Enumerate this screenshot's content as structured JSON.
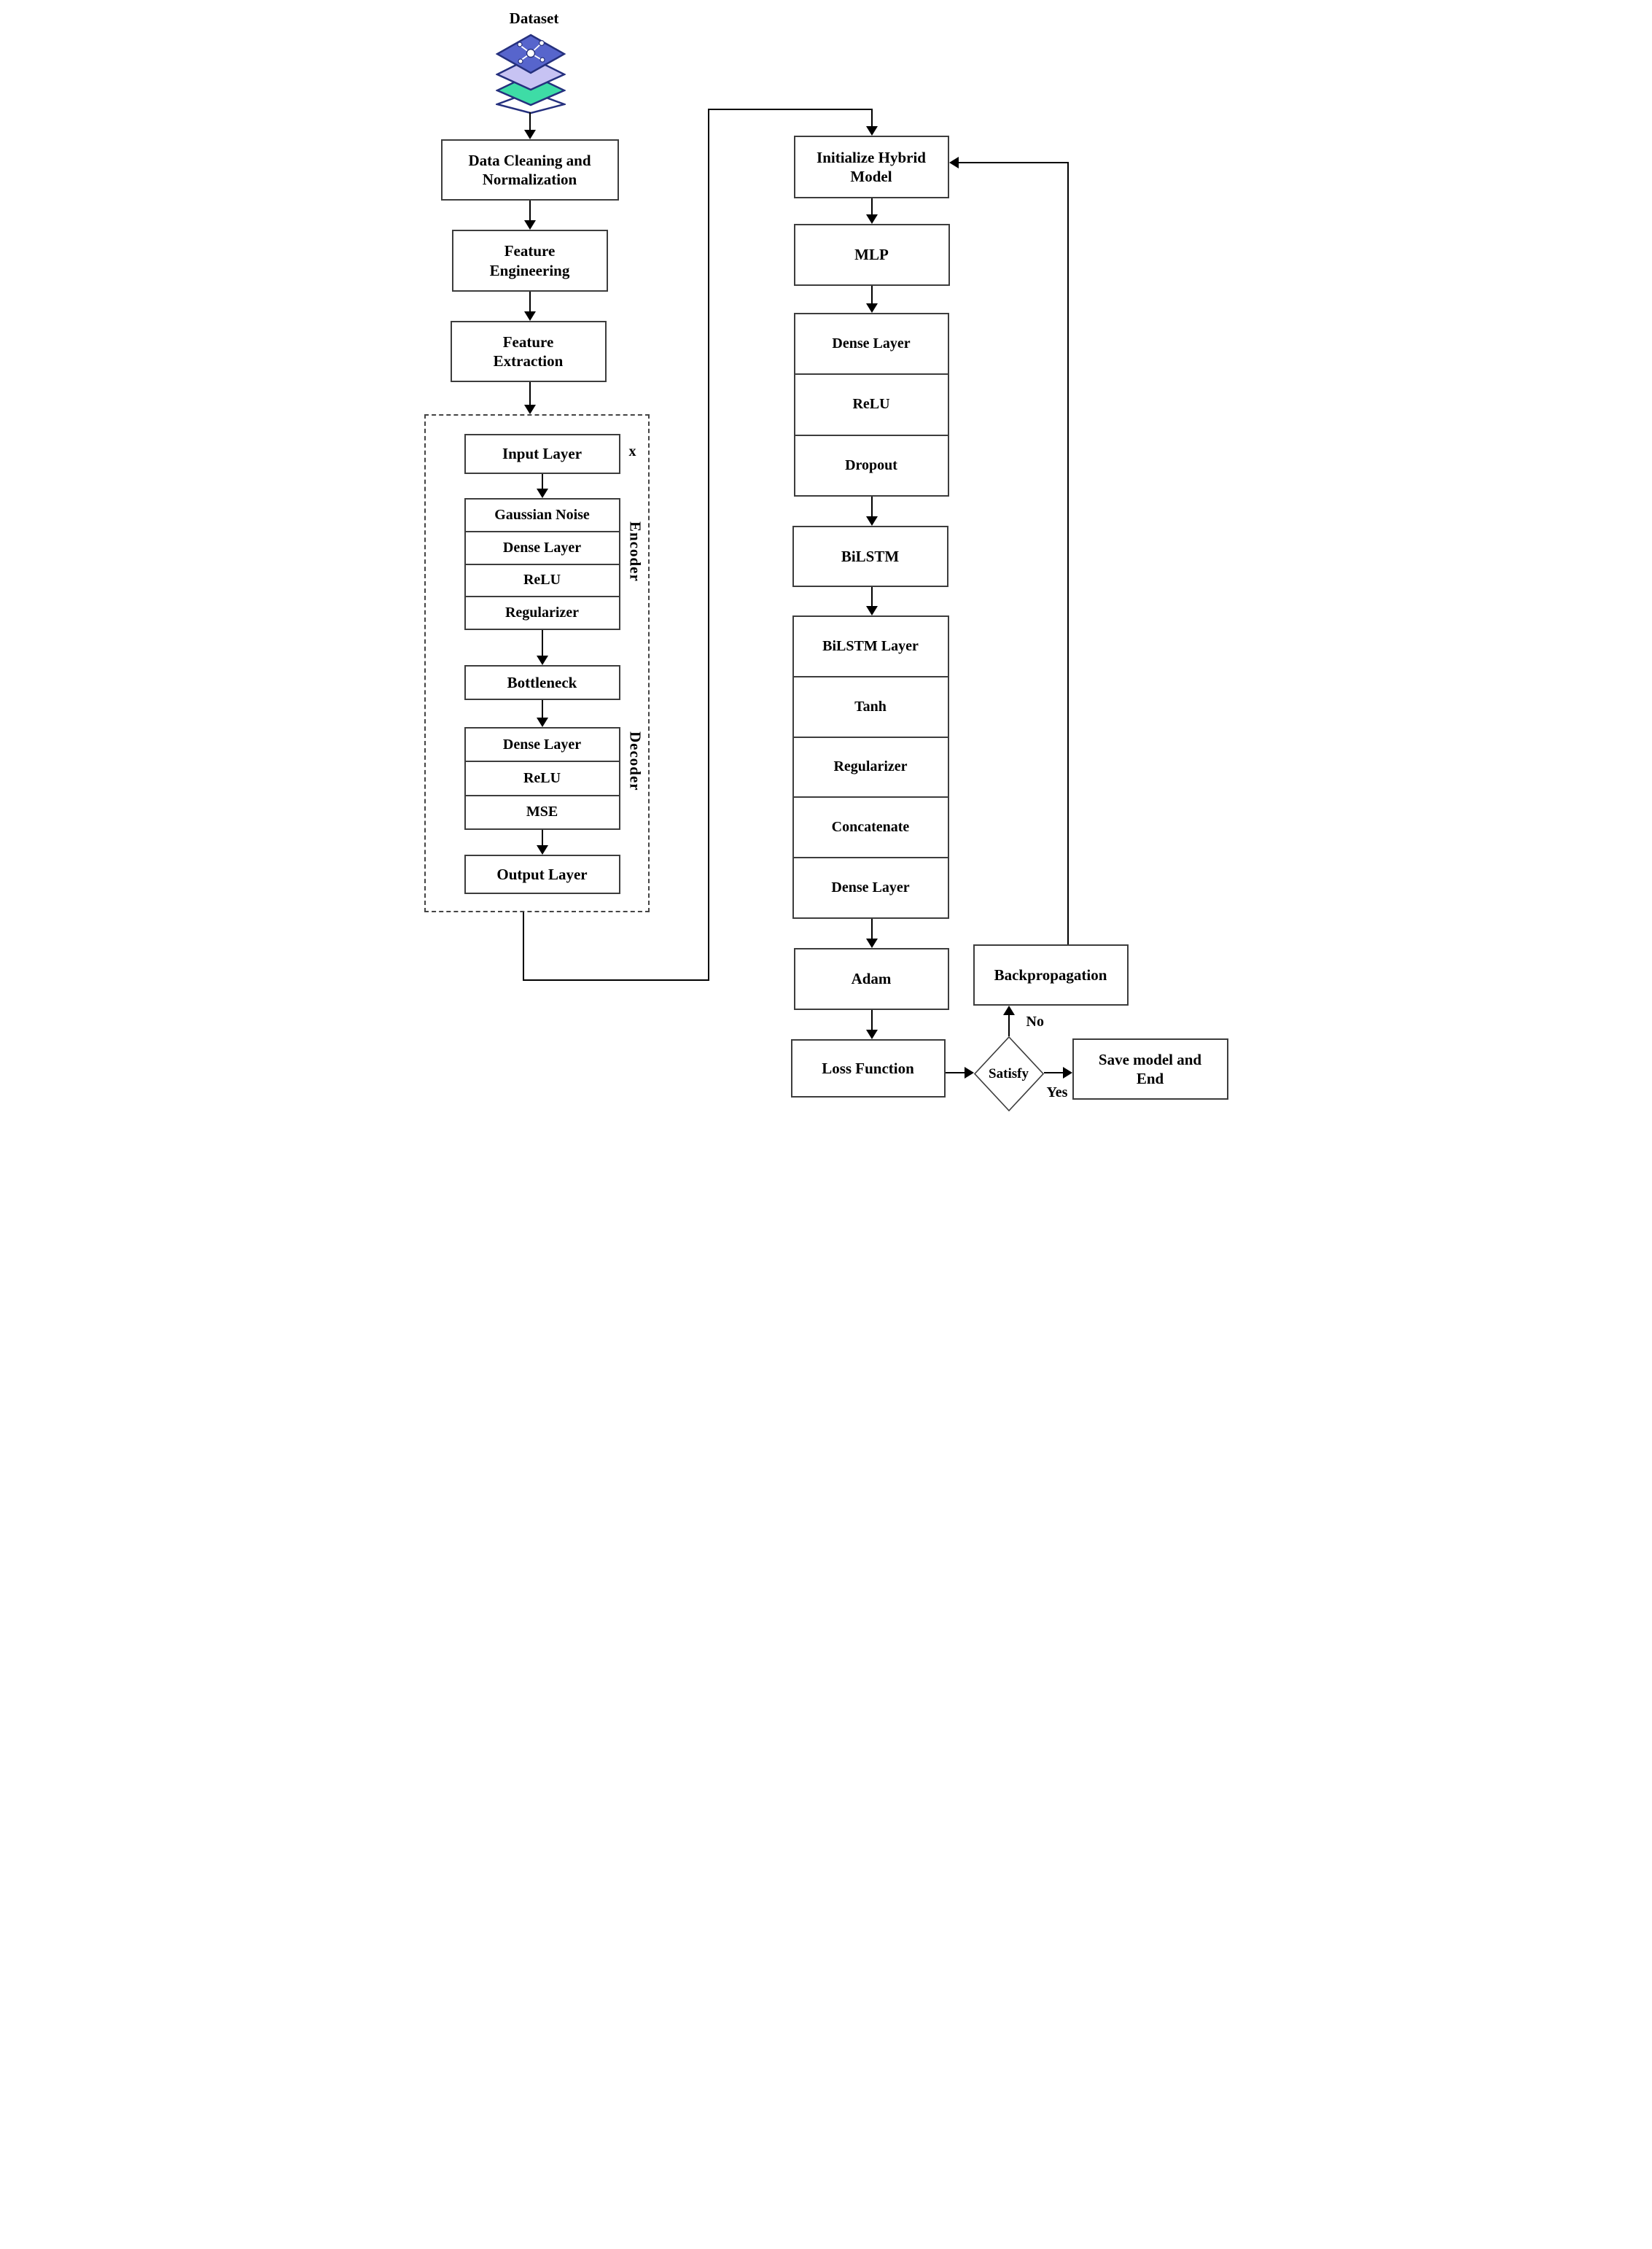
{
  "diagram": {
    "dataset_label": "Dataset",
    "dataset_icon": {
      "name": "layer-stack-icon",
      "layer_colors": [
        "#5765cc",
        "#c7c3f3",
        "#3edca6",
        "#ffffff"
      ],
      "outline_color": "#25307e"
    },
    "preprocess_boxes": [
      "Data Cleaning and\nNormalization",
      "Feature\nEngineering",
      "Feature\nExtraction"
    ],
    "autoencoder": {
      "input_layer": "Input Layer",
      "input_symbol": "x",
      "encoder_label": "Encoder",
      "encoder_cells": [
        "Gaussian Noise",
        "Dense Layer",
        "ReLU",
        "Regularizer"
      ],
      "bottleneck": "Bottleneck",
      "decoder_label": "Decoder",
      "decoder_cells": [
        "Dense Layer",
        "ReLU",
        "MSE"
      ],
      "output_layer": "Output Layer"
    },
    "hybrid": {
      "initialize": "Initialize Hybrid\nModel",
      "mlp": "MLP",
      "mlp_stack": [
        "Dense Layer",
        "ReLU",
        "Dropout"
      ],
      "bilstm": "BiLSTM",
      "bilstm_stack": [
        "BiLSTM Layer",
        "Tanh",
        "Regularizer",
        "Concatenate",
        "Dense Layer"
      ],
      "optimizer": "Adam",
      "loss": "Loss Function"
    },
    "decision": {
      "label": "Satisfy",
      "yes_label": "Yes",
      "no_label": "No"
    },
    "backpropagation": "Backpropagation",
    "save_end": "Save model and\nEnd",
    "line_color": "#000000",
    "box_border_color": "#3d3d3d"
  }
}
